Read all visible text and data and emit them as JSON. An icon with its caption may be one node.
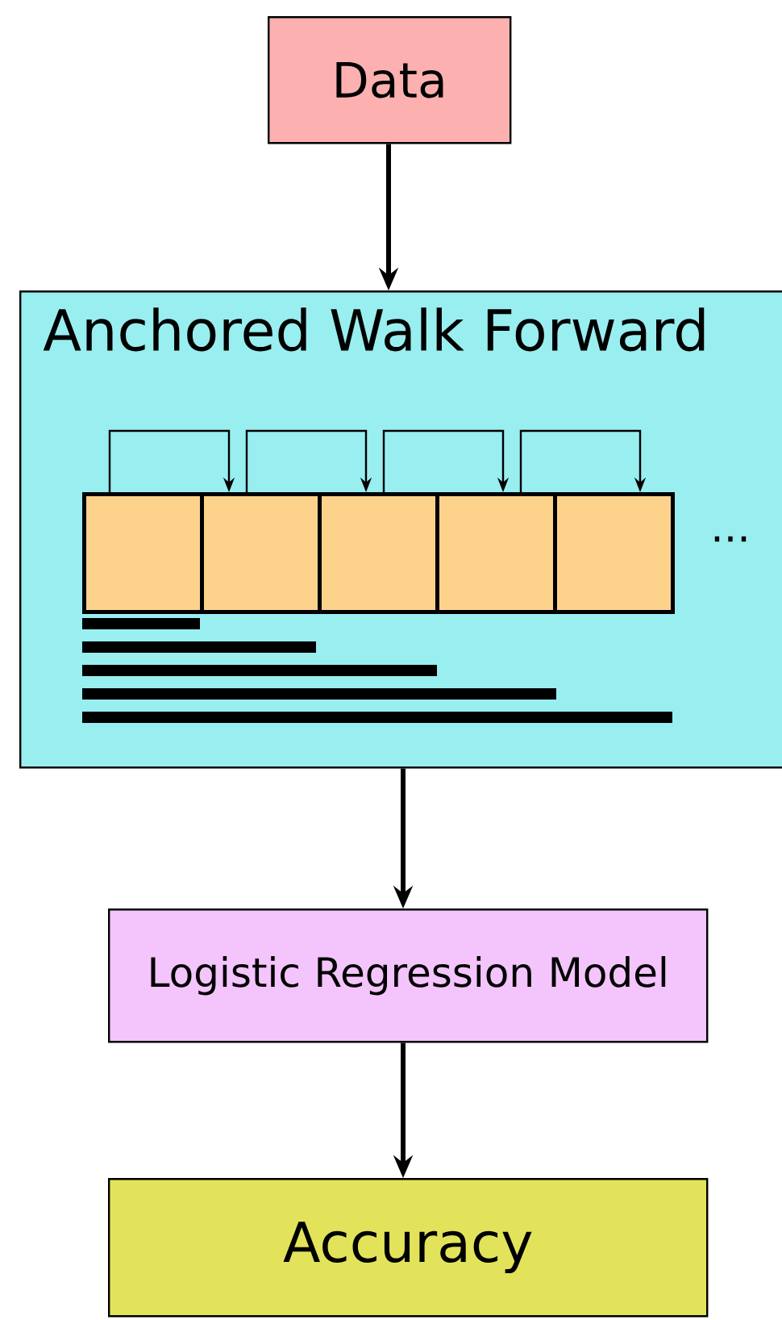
{
  "diagram": {
    "nodes": [
      {
        "text": [
          "Data"
        ]
      },
      {
        "text": [
          "Anchored Walk Forward"
        ]
      },
      {
        "text": [],
        "shape": "box",
        "in": 1
      },
      {
        "text": [],
        "shape": "box",
        "in": 1
      },
      {
        "text": [],
        "shape": "box",
        "in": 1
      },
      {
        "text": [],
        "shape": "box",
        "in": 1
      },
      {
        "text": [],
        "shape": "box",
        "in": 1
      },
      {
        "text": [
          "Logistic Regression Model"
        ]
      },
      {
        "text": [
          "Accuracy"
        ]
      }
    ],
    "edges": [
      {
        "from": 0,
        "to": 1,
        "arrow": "to",
        "style": "thick"
      },
      {
        "from": 2,
        "to": 3,
        "arrow": "to"
      },
      {
        "from": 3,
        "to": 4,
        "arrow": "to"
      },
      {
        "from": 4,
        "to": 5,
        "arrow": "to"
      },
      {
        "from": 5,
        "to": 6,
        "arrow": "to"
      },
      {
        "from": 1,
        "to": 7,
        "arrow": "to",
        "style": "thick"
      },
      {
        "from": 7,
        "to": 8,
        "arrow": "to",
        "style": "thick"
      }
    ],
    "labels": [
      "..."
    ]
  }
}
